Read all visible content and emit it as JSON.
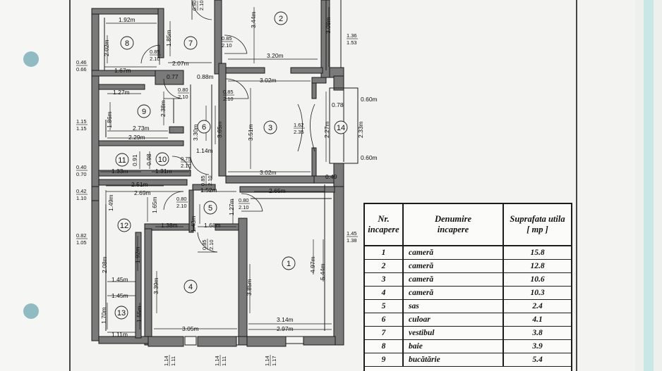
{
  "table": {
    "headers": {
      "nr_line1": "Nr.",
      "nr_line2": "incapere",
      "name_line1": "Denumire",
      "name_line2": "incapere",
      "area_line1": "Suprafata utila",
      "area_line2": "[ mp ]"
    },
    "rows": [
      {
        "nr": "1",
        "name": "cameră",
        "area": "15.8"
      },
      {
        "nr": "2",
        "name": "cameră",
        "area": "12.8"
      },
      {
        "nr": "3",
        "name": "cameră",
        "area": "10.6"
      },
      {
        "nr": "4",
        "name": "cameră",
        "area": "10.3"
      },
      {
        "nr": "5",
        "name": "sas",
        "area": "2.4"
      },
      {
        "nr": "6",
        "name": "culoar",
        "area": "4.1"
      },
      {
        "nr": "7",
        "name": "vestibul",
        "area": "3.8"
      },
      {
        "nr": "8",
        "name": "baie",
        "area": "3.9"
      },
      {
        "nr": "9",
        "name": "bucătărie",
        "area": "5.4"
      }
    ]
  },
  "plan": {
    "room_numbers": [
      "1",
      "2",
      "3",
      "4",
      "5",
      "6",
      "7",
      "8",
      "9",
      "10",
      "11",
      "12",
      "13",
      "14"
    ],
    "dims": {
      "d_192": "1.92m",
      "d_202": "2.02m",
      "d_167": "1.67m",
      "d_185": "1.85m",
      "d_207": "2.07m",
      "d_344": "3.44m",
      "d_308": "3.08m",
      "d_320": "3.20m",
      "d_302a": "3.02m",
      "d_077": "0.77",
      "d_088": "0.88m",
      "d_127a": "1.27m",
      "d_238": "2.38m",
      "d_186": "1.86m",
      "d_273": "2.73m",
      "d_229": "2.29m",
      "d_330": "3.30m",
      "d_365": "3.65m",
      "d_351": "3.51m",
      "d_078": "0.78",
      "d_227": "2.27m",
      "d_233": "2.33m",
      "d_060a": "0.60m",
      "d_060b": "0.60m",
      "d_114": "1.14m",
      "d_091": "0.91",
      "d_098": "0.98",
      "d_133": "1.33m",
      "d_131": "1.31m",
      "d_302b": "3.02m",
      "d_251": "2.51m",
      "d_269": "2.69m",
      "d_152": "1.52m",
      "d_265": "2.65m",
      "d_049": "0.49",
      "d_149": "1.49m",
      "d_165": "1.65m",
      "d_143": "1.43m",
      "d_127b": "1.27m",
      "d_138": "1.38m",
      "d_168": "1.68m",
      "d_208": "2.08m",
      "d_192b": "1.92m",
      "d_339": "3.39m",
      "d_385": "3.85m",
      "d_497": "4.97m",
      "d_544": "5.44m",
      "d_145a": "1.45m",
      "d_145b": "1.45m",
      "d_170": "1.70m",
      "d_155": "1.55m",
      "d_111": "1.11m",
      "d_305": "3.05m",
      "d_314": "3.14m",
      "d_297": "2.97m"
    },
    "openings": {
      "o_090_210": [
        "0.90",
        "2.10"
      ],
      "o_085_210a": [
        "0.85",
        "2.10"
      ],
      "o_085_210b": [
        "0.85",
        "2.10"
      ],
      "o_080_210a": [
        "0.80",
        "2.10"
      ],
      "o_085_210c": [
        "0.85",
        "2.10"
      ],
      "o_162_235": [
        "1.62",
        "2.35"
      ],
      "o_075_210": [
        "0.75",
        "2.10"
      ],
      "o_085_210d": [
        "0.85",
        "2.10"
      ],
      "o_080_210b": [
        "0.80",
        "2.10"
      ],
      "o_080_210c": [
        "0.80",
        "2.10"
      ],
      "o_085_210e": [
        "0.85",
        "2.10"
      ]
    },
    "side_marks": {
      "l_046_066": [
        "0.46",
        "0.66"
      ],
      "l_115_115": [
        "1.15",
        "1.15"
      ],
      "l_040_070": [
        "0.40",
        "0.70"
      ],
      "l_042_110": [
        "0.42",
        "1.10"
      ],
      "l_082_105": [
        "0.82",
        "1.05"
      ],
      "r_136_153": [
        "1.36",
        "1.53"
      ],
      "r_145_138": [
        "1.45",
        "1.38"
      ],
      "b_114_111a": [
        "1.14",
        "1.11"
      ],
      "b_114_111b": [
        "1.14",
        "1.11"
      ],
      "b_114_117": [
        "1.14",
        "1.17"
      ]
    }
  }
}
